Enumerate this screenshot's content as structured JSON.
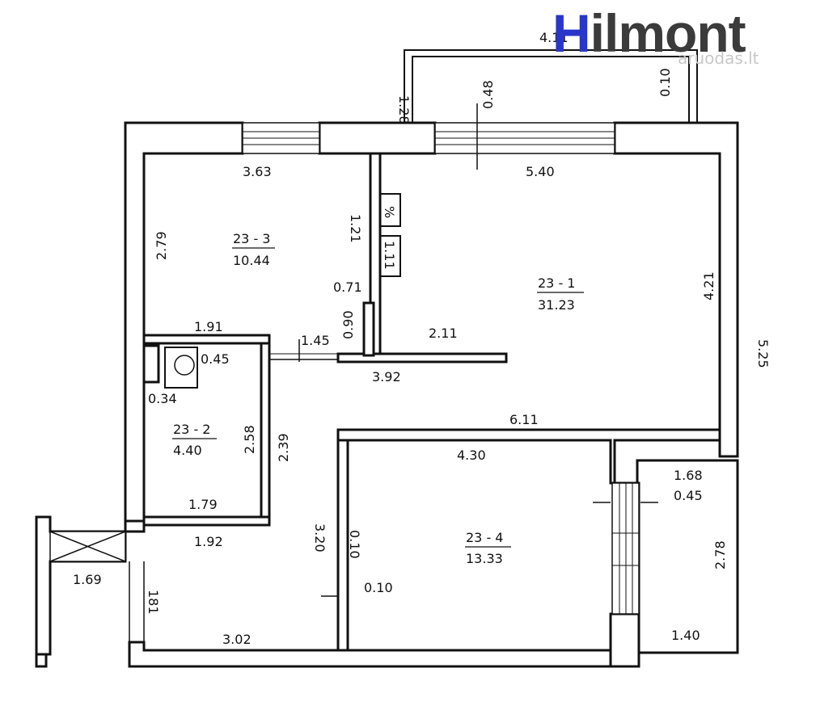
{
  "brand": {
    "initial": "H",
    "rest": "ilmont",
    "accent_color": "#2a36c9",
    "text_color": "#3b3b3b"
  },
  "watermark": "aruodas.lt",
  "rooms": [
    {
      "code": "23 - 1",
      "area": "31.23"
    },
    {
      "code": "23 - 2",
      "area": "4.40"
    },
    {
      "code": "23 - 3",
      "area": "10.44"
    },
    {
      "code": "23 - 4",
      "area": "13.33"
    }
  ],
  "dimensions": {
    "balcony_top": "4.11",
    "balcony_left": "1.28",
    "balcony_right": "0.10",
    "balcony_depth": "0.48",
    "room3_width": "3.63",
    "room3_height": "2.79",
    "room3_inner": "1.21",
    "room3_notch": "0.71",
    "room3_bottom": "1.91",
    "room1_width": "5.40",
    "room1_height": "4.21",
    "room1_inner": "2.11",
    "closet_percent": "%",
    "closet_small": "1.11",
    "door_090": "0.90",
    "door_145": "1.45",
    "wall_392": "3.92",
    "room1_bottom": "6.11",
    "outer_right": "5.25",
    "wc_045": "0.45",
    "wc_034": "0.34",
    "room2_height": "2.58",
    "room2_door": "2.39",
    "room2_bottom": "1.79",
    "hall_width": "1.92",
    "hall_height": "3.20",
    "hall_bottom": "3.02",
    "hall_door": "181",
    "entry_width": "1.69",
    "room4_width": "4.30",
    "room4_wall": "0.10",
    "room4_wall_b": "0.10",
    "balcony2_a": "1.68",
    "balcony2_b": "0.45",
    "balcony2_h": "2.78",
    "balcony2_bottom": "1.40"
  }
}
